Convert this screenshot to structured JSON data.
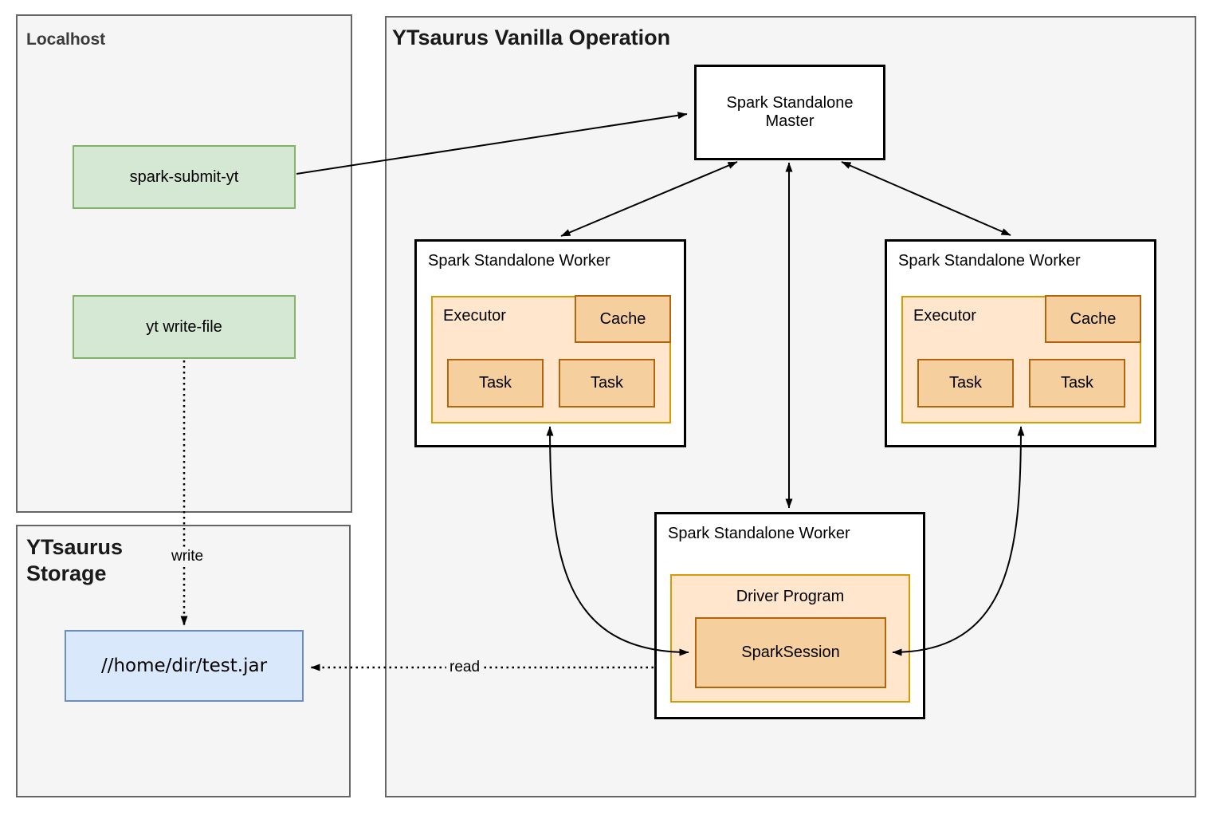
{
  "localhost": {
    "title": "Localhost",
    "commands": [
      {
        "label": "spark-submit-yt"
      },
      {
        "label": "yt write-file"
      }
    ]
  },
  "storage": {
    "title": "YTsaurus Storage",
    "file_path": "//home/dir/test.jar"
  },
  "operation": {
    "title": "YTsaurus Vanilla Operation",
    "master": {
      "label": "Spark Standalone Master"
    },
    "workers": {
      "left": {
        "title": "Spark Standalone Worker",
        "executor": {
          "label": "Executor",
          "cache": "Cache",
          "tasks": [
            "Task",
            "Task"
          ]
        }
      },
      "right": {
        "title": "Spark Standalone Worker",
        "executor": {
          "label": "Executor",
          "cache": "Cache",
          "tasks": [
            "Task",
            "Task"
          ]
        }
      },
      "driver": {
        "title": "Spark Standalone Worker",
        "driver_program": {
          "label": "Driver Program",
          "spark_session": "SparkSession"
        }
      }
    }
  },
  "edges": [
    {
      "from": "spark-submit-yt",
      "to": "Spark Standalone Master",
      "style": "solid",
      "direction": "one-way",
      "label": ""
    },
    {
      "from": "Spark Standalone Master",
      "to": "Spark Standalone Worker (left)",
      "style": "solid",
      "direction": "two-way",
      "label": ""
    },
    {
      "from": "Spark Standalone Master",
      "to": "Spark Standalone Worker (right)",
      "style": "solid",
      "direction": "two-way",
      "label": ""
    },
    {
      "from": "Spark Standalone Master",
      "to": "Spark Standalone Worker (driver)",
      "style": "solid",
      "direction": "two-way",
      "label": ""
    },
    {
      "from": "Executor (left)",
      "to": "SparkSession",
      "style": "solid-curved",
      "direction": "two-way",
      "label": ""
    },
    {
      "from": "Executor (right)",
      "to": "SparkSession",
      "style": "solid-curved",
      "direction": "two-way",
      "label": ""
    },
    {
      "from": "yt write-file",
      "to": "//home/dir/test.jar",
      "style": "dotted",
      "direction": "one-way",
      "label": "write"
    },
    {
      "from": "SparkSession",
      "to": "//home/dir/test.jar",
      "style": "dotted",
      "direction": "one-way",
      "label": "read"
    }
  ],
  "colors": {
    "container_fill": "#f5f5f5",
    "container_border": "#666666",
    "node_fill": "#ffffff",
    "node_border": "#000000",
    "green_fill": "#d5e8d4",
    "green_border": "#82b366",
    "blue_fill": "#dae8fc",
    "blue_border": "#6c8ebf",
    "orange_light_fill": "#ffe6cc",
    "orange_light_border": "#d79b00",
    "orange_dark_fill": "#f6cf9f",
    "orange_dark_border": "#b2650a",
    "arrow": "#000000"
  }
}
